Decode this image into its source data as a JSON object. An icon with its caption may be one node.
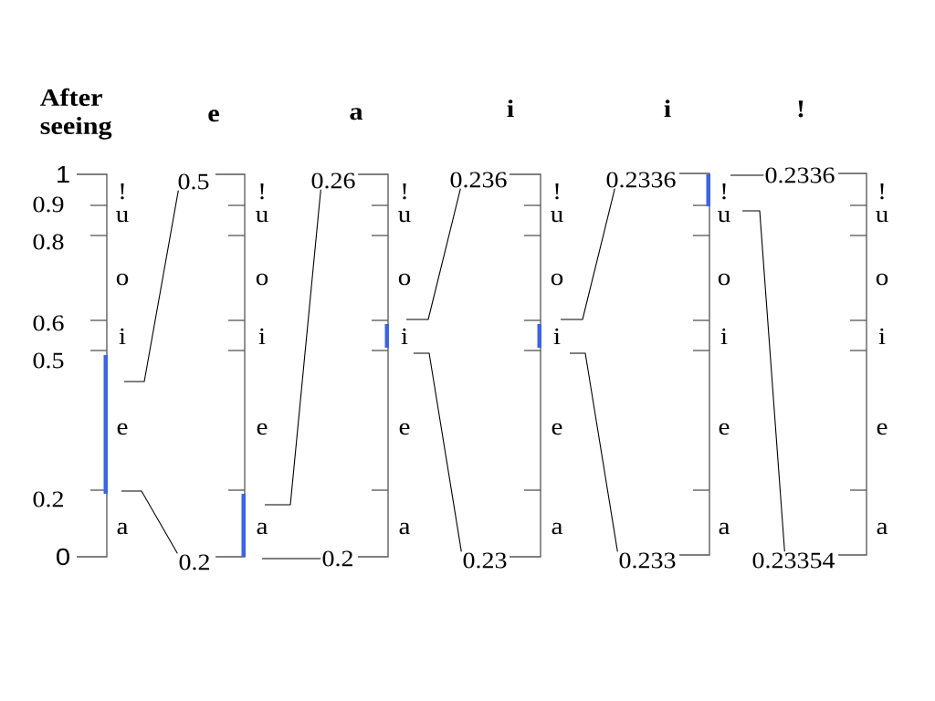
{
  "diagram": {
    "nodes": [
      {
        "text": [
          "0.5"
        ]
      },
      {
        "text": [
          "0.2"
        ]
      },
      {
        "text": [
          "0.26"
        ]
      },
      {
        "text": [
          "0.2"
        ]
      },
      {
        "text": [
          "0.236"
        ]
      },
      {
        "text": [
          "0.23"
        ]
      },
      {
        "text": [
          "0.2336"
        ]
      },
      {
        "text": [
          "0.233"
        ]
      },
      {
        "text": [
          "0.2336"
        ]
      },
      {
        "text": [
          "0.23354"
        ]
      }
    ],
    "edges": [
      {
        "from": 0,
        "to": null,
        "arrow": "none"
      },
      {
        "from": 1,
        "to": null,
        "arrow": "none"
      },
      {
        "from": 2,
        "to": null,
        "arrow": "none"
      },
      {
        "from": 3,
        "to": null,
        "arrow": "none"
      },
      {
        "from": 4,
        "to": null,
        "arrow": "none"
      },
      {
        "from": 5,
        "to": null,
        "arrow": "none"
      },
      {
        "from": 6,
        "to": null,
        "arrow": "none"
      },
      {
        "from": 7,
        "to": null,
        "arrow": "none"
      },
      {
        "from": 8,
        "to": null,
        "arrow": "none"
      },
      {
        "from": 9,
        "to": null,
        "arrow": "none"
      }
    ],
    "labels": [
      "After seeing",
      "e",
      "a",
      "i",
      "i",
      "!",
      "1",
      "0.9",
      "0.8",
      "0.6",
      "0.5",
      "0.2",
      "0",
      "!",
      "u",
      "o",
      "i",
      "e",
      "a",
      "!",
      "u",
      "o",
      "i",
      "e",
      "a",
      "!",
      "u",
      "o",
      "i",
      "e",
      "a",
      "!",
      "u",
      "o",
      "i",
      "e",
      "a",
      "!",
      "u",
      "o",
      "i",
      "e",
      "a",
      "!",
      "u",
      "o",
      "i",
      "e",
      "a"
    ]
  }
}
